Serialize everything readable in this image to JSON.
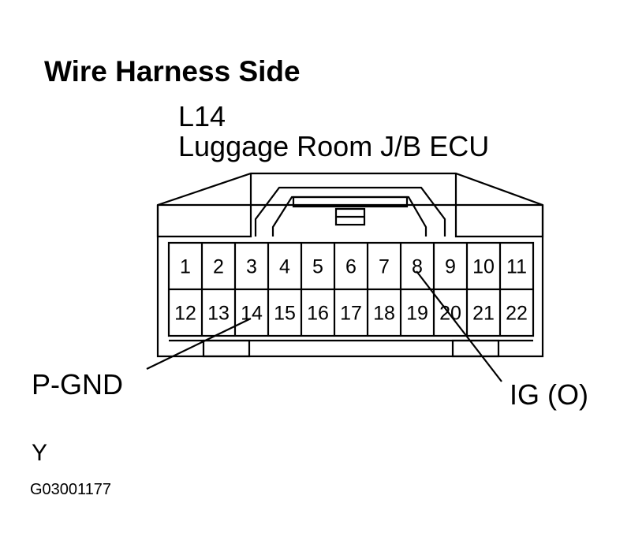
{
  "title": "Wire Harness Side",
  "connector": {
    "code": "L14",
    "name": "Luggage Room J/B ECU",
    "pins_row1": [
      "1",
      "2",
      "3",
      "4",
      "5",
      "6",
      "7",
      "8",
      "9",
      "10",
      "11"
    ],
    "pins_row2": [
      "12",
      "13",
      "14",
      "15",
      "16",
      "17",
      "18",
      "19",
      "20",
      "21",
      "22"
    ]
  },
  "callouts": {
    "p_gnd": {
      "label": "P-GND",
      "pin": 14
    },
    "ig": {
      "label": "IG (O)",
      "pin": 8
    }
  },
  "wire_color": "Y",
  "figure_id": "G03001177",
  "colors": {
    "line": "#000000",
    "background": "#ffffff"
  }
}
